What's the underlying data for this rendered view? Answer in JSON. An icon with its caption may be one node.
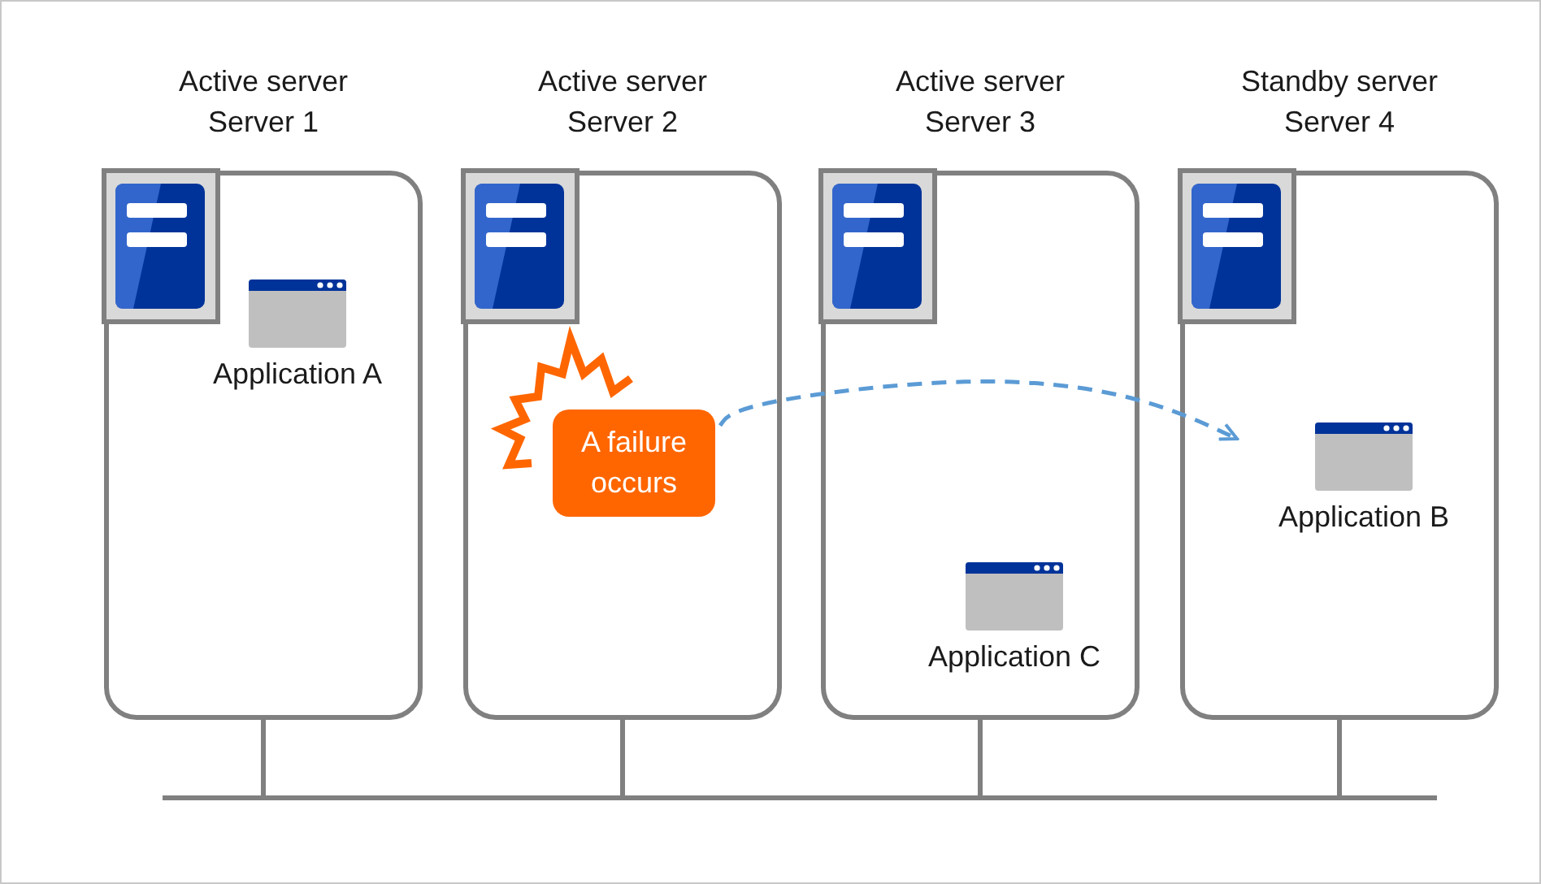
{
  "diagram": {
    "nodes": [
      {
        "text": [
          "Active server Server 1"
        ]
      },
      {
        "text": [
          "Application A"
        ],
        "in": 0
      },
      {
        "text": [
          "Active server Server 2"
        ]
      },
      {
        "text": [
          "A failure occurs"
        ],
        "in": 2
      },
      {
        "text": [
          "Active server Server 3"
        ]
      },
      {
        "text": [
          "Application C"
        ],
        "in": 4
      },
      {
        "text": [
          "Standby server Server 4"
        ]
      },
      {
        "text": [
          "Application B"
        ],
        "in": 6
      },
      {
        "text": [],
        "shape": "bar"
      }
    ],
    "edges": [
      {
        "from": 3,
        "to": 7,
        "arrow": "to",
        "style": "dashed",
        "color": "#5b9bd5"
      },
      {
        "from": 0,
        "to": 8,
        "arrow": "none"
      },
      {
        "from": 2,
        "to": 8,
        "arrow": "none"
      },
      {
        "from": 4,
        "to": 8,
        "arrow": "none"
      },
      {
        "from": 6,
        "to": 8,
        "arrow": "none"
      }
    ]
  }
}
